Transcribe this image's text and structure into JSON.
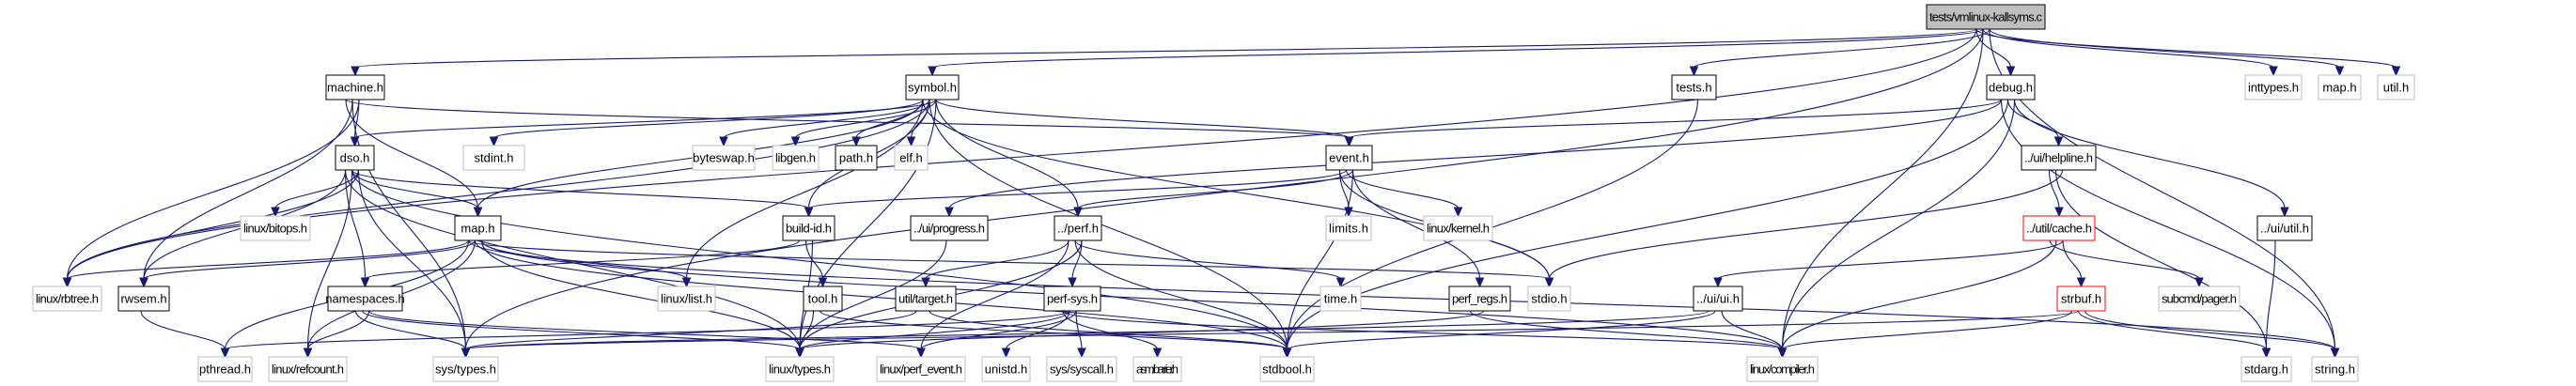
{
  "title": "tests/vmlinux-kallsyms.c include dependency graph",
  "colors": {
    "edge": "#191970",
    "root_fill": "#bfbfbf",
    "documented_border": "#000000",
    "undocumented_border": "#bfbfbf",
    "truncated_border": "#ff0000"
  },
  "nodes": [
    {
      "id": "root",
      "label": "tests/vmlinux-kallsyms.c",
      "kind": "root"
    },
    {
      "id": "machine",
      "label": "machine.h",
      "kind": "documented"
    },
    {
      "id": "symbol",
      "label": "symbol.h",
      "kind": "documented"
    },
    {
      "id": "tests",
      "label": "tests.h",
      "kind": "documented"
    },
    {
      "id": "debug",
      "label": "debug.h",
      "kind": "documented"
    },
    {
      "id": "inttypes",
      "label": "inttypes.h",
      "kind": "external"
    },
    {
      "id": "maptop",
      "label": "map.h",
      "kind": "external"
    },
    {
      "id": "utilh",
      "label": "util.h",
      "kind": "external"
    },
    {
      "id": "dso",
      "label": "dso.h",
      "kind": "documented"
    },
    {
      "id": "stdint",
      "label": "stdint.h",
      "kind": "external"
    },
    {
      "id": "byteswap",
      "label": "byteswap.h",
      "kind": "external"
    },
    {
      "id": "libgen",
      "label": "libgen.h",
      "kind": "external"
    },
    {
      "id": "path",
      "label": "path.h",
      "kind": "documented"
    },
    {
      "id": "elf",
      "label": "elf.h",
      "kind": "external"
    },
    {
      "id": "event",
      "label": "event.h",
      "kind": "documented"
    },
    {
      "id": "helpline",
      "label": "../ui/helpline.h",
      "kind": "documented"
    },
    {
      "id": "bitops",
      "label": "linux/bitops.h",
      "kind": "external"
    },
    {
      "id": "map",
      "label": "map.h",
      "kind": "documented"
    },
    {
      "id": "buildid",
      "label": "build-id.h",
      "kind": "documented"
    },
    {
      "id": "progress",
      "label": "../ui/progress.h",
      "kind": "documented"
    },
    {
      "id": "perf",
      "label": "../perf.h",
      "kind": "documented"
    },
    {
      "id": "limits",
      "label": "limits.h",
      "kind": "external"
    },
    {
      "id": "kernel",
      "label": "linux/kernel.h",
      "kind": "external"
    },
    {
      "id": "cache",
      "label": "../util/cache.h",
      "kind": "truncated"
    },
    {
      "id": "uiutil",
      "label": "../ui/util.h",
      "kind": "documented"
    },
    {
      "id": "rbtree",
      "label": "linux/rbtree.h",
      "kind": "external"
    },
    {
      "id": "rwsem",
      "label": "rwsem.h",
      "kind": "documented"
    },
    {
      "id": "namespaces",
      "label": "namespaces.h",
      "kind": "documented"
    },
    {
      "id": "list",
      "label": "linux/list.h",
      "kind": "external"
    },
    {
      "id": "tool",
      "label": "tool.h",
      "kind": "documented"
    },
    {
      "id": "target",
      "label": "util/target.h",
      "kind": "documented"
    },
    {
      "id": "perfsys",
      "label": "perf-sys.h",
      "kind": "documented"
    },
    {
      "id": "time",
      "label": "time.h",
      "kind": "external"
    },
    {
      "id": "perfregs",
      "label": "perf_regs.h",
      "kind": "documented"
    },
    {
      "id": "stdio",
      "label": "stdio.h",
      "kind": "external"
    },
    {
      "id": "uiui",
      "label": "../ui/ui.h",
      "kind": "documented"
    },
    {
      "id": "strbuf",
      "label": "strbuf.h",
      "kind": "truncated"
    },
    {
      "id": "pager",
      "label": "subcmd/pager.h",
      "kind": "external"
    },
    {
      "id": "pthread",
      "label": "pthread.h",
      "kind": "external"
    },
    {
      "id": "refcount",
      "label": "linux/refcount.h",
      "kind": "external"
    },
    {
      "id": "systypes",
      "label": "sys/types.h",
      "kind": "external"
    },
    {
      "id": "types",
      "label": "linux/types.h",
      "kind": "external"
    },
    {
      "id": "perfevent",
      "label": "linux/perf_event.h",
      "kind": "external"
    },
    {
      "id": "unistd",
      "label": "unistd.h",
      "kind": "external"
    },
    {
      "id": "syscall",
      "label": "sys/syscall.h",
      "kind": "external"
    },
    {
      "id": "barrier",
      "label": "asm/barrier.h",
      "kind": "external"
    },
    {
      "id": "stdbool",
      "label": "stdbool.h",
      "kind": "external"
    },
    {
      "id": "compiler",
      "label": "linux/compiler.h",
      "kind": "external"
    },
    {
      "id": "stdarg",
      "label": "stdarg.h",
      "kind": "external"
    },
    {
      "id": "string",
      "label": "string.h",
      "kind": "external"
    }
  ],
  "edges": [
    [
      "root",
      "machine"
    ],
    [
      "root",
      "symbol"
    ],
    [
      "root",
      "tests"
    ],
    [
      "root",
      "debug"
    ],
    [
      "root",
      "inttypes"
    ],
    [
      "root",
      "maptop"
    ],
    [
      "root",
      "utilh"
    ],
    [
      "root",
      "compiler"
    ],
    [
      "root",
      "string"
    ],
    [
      "root",
      "rbtree"
    ],
    [
      "root",
      "systypes"
    ],
    [
      "machine",
      "dso"
    ],
    [
      "machine",
      "map"
    ],
    [
      "machine",
      "rwsem"
    ],
    [
      "machine",
      "rbtree"
    ],
    [
      "machine",
      "event"
    ],
    [
      "machine",
      "systypes"
    ],
    [
      "symbol",
      "dso"
    ],
    [
      "symbol",
      "stdint"
    ],
    [
      "symbol",
      "byteswap"
    ],
    [
      "symbol",
      "libgen"
    ],
    [
      "symbol",
      "path"
    ],
    [
      "symbol",
      "elf"
    ],
    [
      "symbol",
      "event"
    ],
    [
      "symbol",
      "map"
    ],
    [
      "symbol",
      "buildid"
    ],
    [
      "symbol",
      "perf"
    ],
    [
      "symbol",
      "list"
    ],
    [
      "symbol",
      "rbtree"
    ],
    [
      "symbol",
      "types"
    ],
    [
      "symbol",
      "stdio"
    ],
    [
      "symbol",
      "stdbool"
    ],
    [
      "tests",
      "stdbool"
    ],
    [
      "debug",
      "event"
    ],
    [
      "debug",
      "helpline"
    ],
    [
      "debug",
      "uiutil"
    ],
    [
      "debug",
      "progress"
    ],
    [
      "debug",
      "stdbool"
    ],
    [
      "debug",
      "compiler"
    ],
    [
      "debug",
      "string"
    ],
    [
      "dso",
      "map"
    ],
    [
      "dso",
      "bitops"
    ],
    [
      "dso",
      "namespaces"
    ],
    [
      "dso",
      "buildid"
    ],
    [
      "dso",
      "rbtree"
    ],
    [
      "dso",
      "rwsem"
    ],
    [
      "dso",
      "refcount"
    ],
    [
      "dso",
      "systypes"
    ],
    [
      "dso",
      "types"
    ],
    [
      "dso",
      "stdbool"
    ],
    [
      "event",
      "perf"
    ],
    [
      "event",
      "limits"
    ],
    [
      "event",
      "kernel"
    ],
    [
      "event",
      "perfregs"
    ],
    [
      "event",
      "stdio"
    ],
    [
      "event",
      "buildid"
    ],
    [
      "event",
      "stdbool"
    ],
    [
      "helpline",
      "cache"
    ],
    [
      "helpline",
      "stdarg"
    ],
    [
      "helpline",
      "stdio"
    ],
    [
      "map",
      "rbtree"
    ],
    [
      "map",
      "rwsem"
    ],
    [
      "map",
      "list"
    ],
    [
      "map",
      "pthread"
    ],
    [
      "map",
      "refcount"
    ],
    [
      "map",
      "types"
    ],
    [
      "map",
      "stdio"
    ],
    [
      "map",
      "stdbool"
    ],
    [
      "map",
      "compiler"
    ],
    [
      "map",
      "string"
    ],
    [
      "buildid",
      "tool"
    ],
    [
      "buildid",
      "types"
    ],
    [
      "buildid",
      "namespaces"
    ],
    [
      "progress",
      "types"
    ],
    [
      "perf",
      "perfsys"
    ],
    [
      "perf",
      "target"
    ],
    [
      "perf",
      "time"
    ],
    [
      "perf",
      "types"
    ],
    [
      "perf",
      "perfevent"
    ],
    [
      "perf",
      "stdbool"
    ],
    [
      "cache",
      "strbuf"
    ],
    [
      "cache",
      "pager"
    ],
    [
      "cache",
      "compiler"
    ],
    [
      "cache",
      "uiui"
    ],
    [
      "uiutil",
      "stdarg"
    ],
    [
      "rwsem",
      "pthread"
    ],
    [
      "namespaces",
      "refcount"
    ],
    [
      "namespaces",
      "systypes"
    ],
    [
      "namespaces",
      "types"
    ],
    [
      "namespaces",
      "perfevent"
    ],
    [
      "tool",
      "types"
    ],
    [
      "tool",
      "stdbool"
    ],
    [
      "target",
      "stdbool"
    ],
    [
      "target",
      "systypes"
    ],
    [
      "perfsys",
      "unistd"
    ],
    [
      "perfsys",
      "syscall"
    ],
    [
      "perfsys",
      "barrier"
    ],
    [
      "perfsys",
      "types"
    ],
    [
      "perfsys",
      "perfevent"
    ],
    [
      "perfsys",
      "compiler"
    ],
    [
      "perfsys",
      "pthread"
    ],
    [
      "perfregs",
      "types"
    ],
    [
      "perfregs",
      "compiler"
    ],
    [
      "uiui",
      "stdbool"
    ],
    [
      "uiui",
      "compiler"
    ],
    [
      "uiui",
      "systypes"
    ],
    [
      "strbuf",
      "stdarg"
    ],
    [
      "strbuf",
      "string"
    ],
    [
      "strbuf",
      "compiler"
    ],
    [
      "strbuf",
      "systypes"
    ]
  ]
}
